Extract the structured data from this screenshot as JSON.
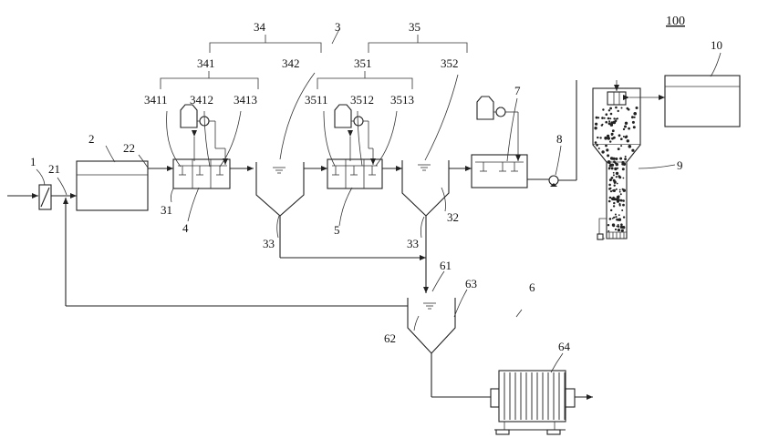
{
  "diagram": {
    "title": "100",
    "labels": {
      "l1": "1",
      "l2": "2",
      "l3": "3",
      "l4": "4",
      "l5": "5",
      "l6": "6",
      "l7": "7",
      "l8": "8",
      "l9": "9",
      "l10": "10",
      "l21": "21",
      "l22": "22",
      "l31": "31",
      "l32": "32",
      "l33a": "33",
      "l33b": "33",
      "l34": "34",
      "l35": "35",
      "l61": "61",
      "l62": "62",
      "l63": "63",
      "l64": "64",
      "l341": "341",
      "l342": "342",
      "l351": "351",
      "l352": "352",
      "l3411": "3411",
      "l3412": "3412",
      "l3413": "3413",
      "l3511": "3511",
      "l3512": "3512",
      "l3513": "3513"
    }
  }
}
